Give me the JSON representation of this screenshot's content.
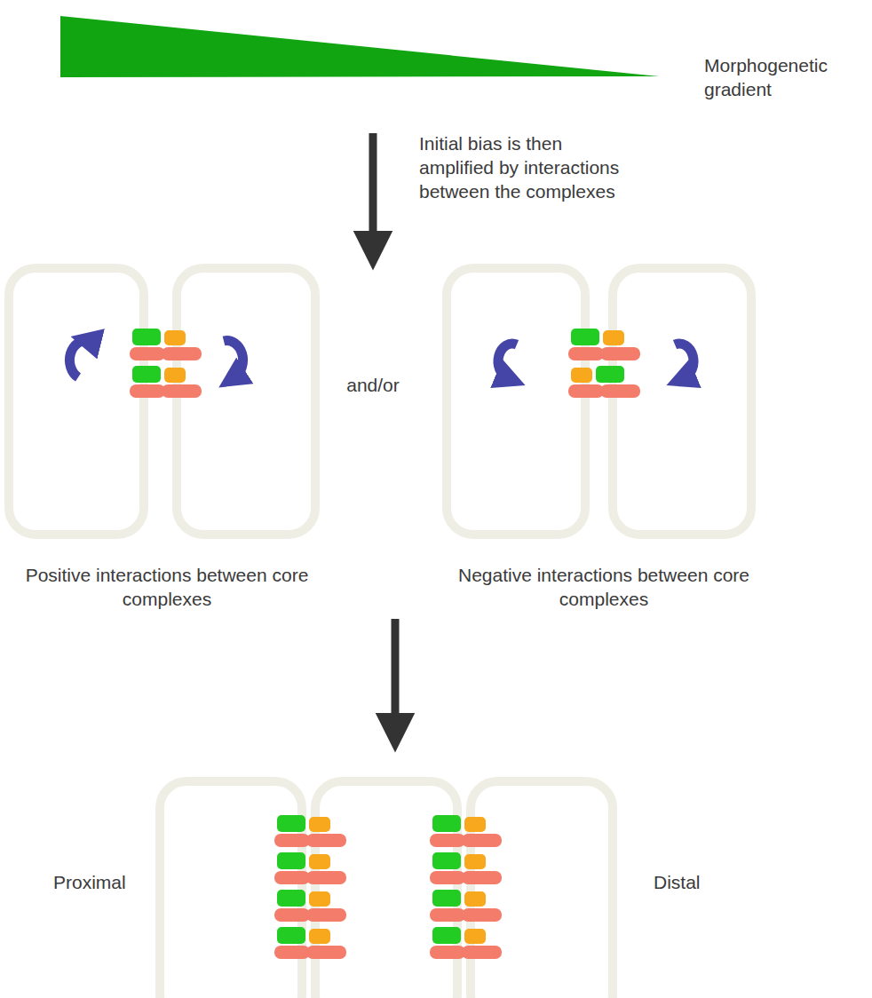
{
  "diagram": {
    "labels": [
      "Morphogenetic gradient",
      "Initial bias is then amplified by interactions between the complexes",
      "and/or",
      "Positive interactions between core complexes",
      "Negative interactions between core complexes",
      "Proximal",
      "Distal"
    ]
  }
}
